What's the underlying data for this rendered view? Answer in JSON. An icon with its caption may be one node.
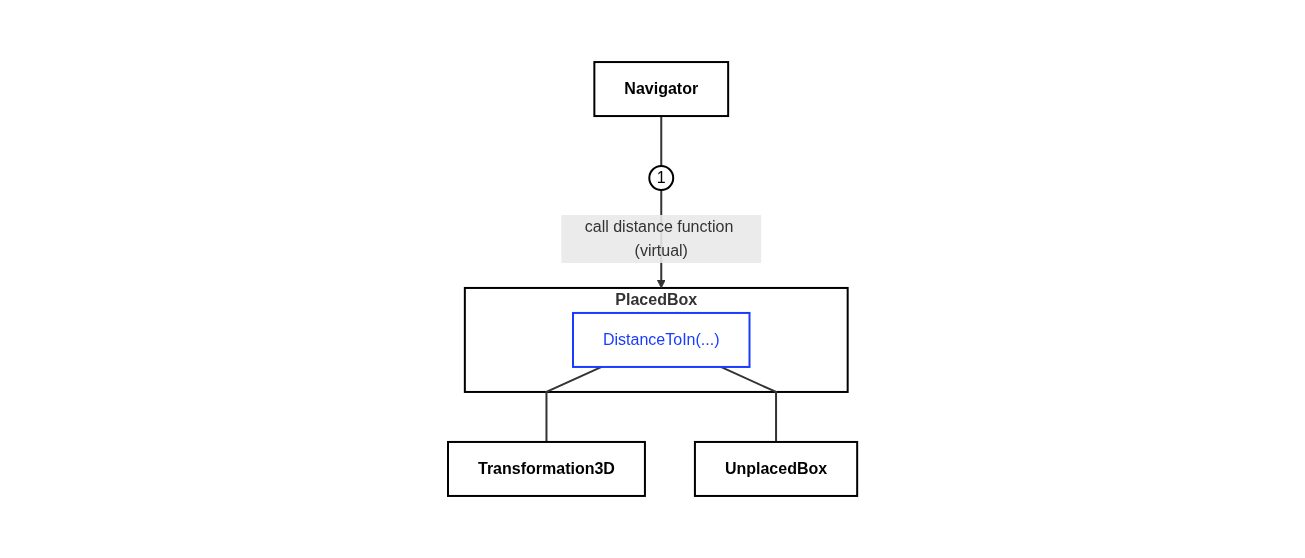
{
  "diagram": {
    "nodes": [
      {
        "text": [
          "Navigator"
        ]
      },
      {
        "text": [
          "1"
        ]
      },
      {
        "text": [
          "PlacedBox"
        ]
      },
      {
        "text": [
          "DistanceToIn(...)"
        ],
        "in": 2
      },
      {
        "text": [
          "Transformation3D"
        ]
      },
      {
        "text": [
          "UnplacedBox"
        ]
      }
    ],
    "edges": [
      {
        "from": 0,
        "to": 1,
        "arrow": "none"
      },
      {
        "from": 1,
        "to": 2,
        "arrow": "to",
        "label": "call distance function (virtual)"
      },
      {
        "from": 3,
        "to": 4,
        "arrow": "none"
      },
      {
        "from": 3,
        "to": 5,
        "arrow": "none"
      }
    ]
  }
}
